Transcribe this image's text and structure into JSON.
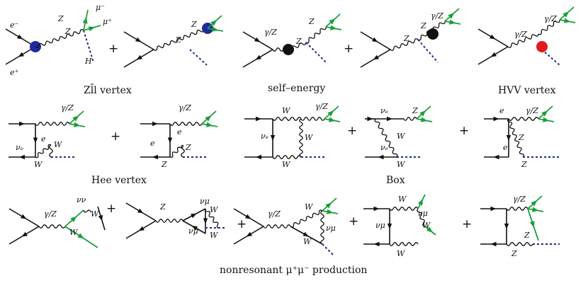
{
  "captions": {
    "zll_vertex": "Zl̄l vertex",
    "self_energy": "self–energy",
    "hvv_vertex": "HVV vertex",
    "hee_vertex": "Hee vertex",
    "box": "Box",
    "nonresonant": "nonresonant μ⁺μ⁻ production"
  },
  "labels": {
    "e_minus": "e⁻",
    "e_plus": "e⁺",
    "mu_minus": "μ⁻",
    "mu_plus": "μ⁺",
    "Z": "Z",
    "H": "H",
    "gamma_Z": "γ/Z",
    "W": "W",
    "e": "e",
    "nu_e": "νₑ",
    "nu_mu": "νμ",
    "nu_nu": "νν",
    "plus": "+"
  },
  "colors": {
    "fermion_line": "#111111",
    "muon_line": "#1a9e3a",
    "scalar_line": "#1f2a8a",
    "vertex_blue": "#1f2a9e",
    "vertex_black": "#111111",
    "vertex_red": "#e31a1c"
  }
}
